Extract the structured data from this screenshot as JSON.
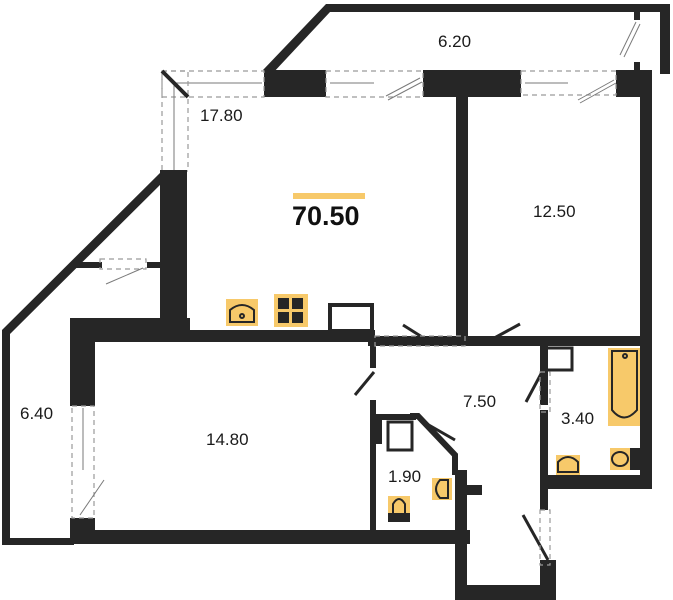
{
  "plan": {
    "total_area": "70.50",
    "accent_color": "#f7c96a",
    "wall_color": "#262626",
    "rooms": [
      {
        "id": "loggia-top",
        "label": "6.20"
      },
      {
        "id": "kitchen-living",
        "label": "17.80"
      },
      {
        "id": "bedroom-right",
        "label": "12.50"
      },
      {
        "id": "loggia-left",
        "label": "6.40"
      },
      {
        "id": "bedroom-left",
        "label": "14.80"
      },
      {
        "id": "hallway",
        "label": "7.50"
      },
      {
        "id": "bathroom",
        "label": "3.40"
      },
      {
        "id": "toilet",
        "label": "1.90"
      }
    ],
    "fixtures": [
      "sink",
      "stove",
      "bathtub",
      "bathroom-sink",
      "toilet",
      "toilet-sink",
      "wc"
    ]
  }
}
